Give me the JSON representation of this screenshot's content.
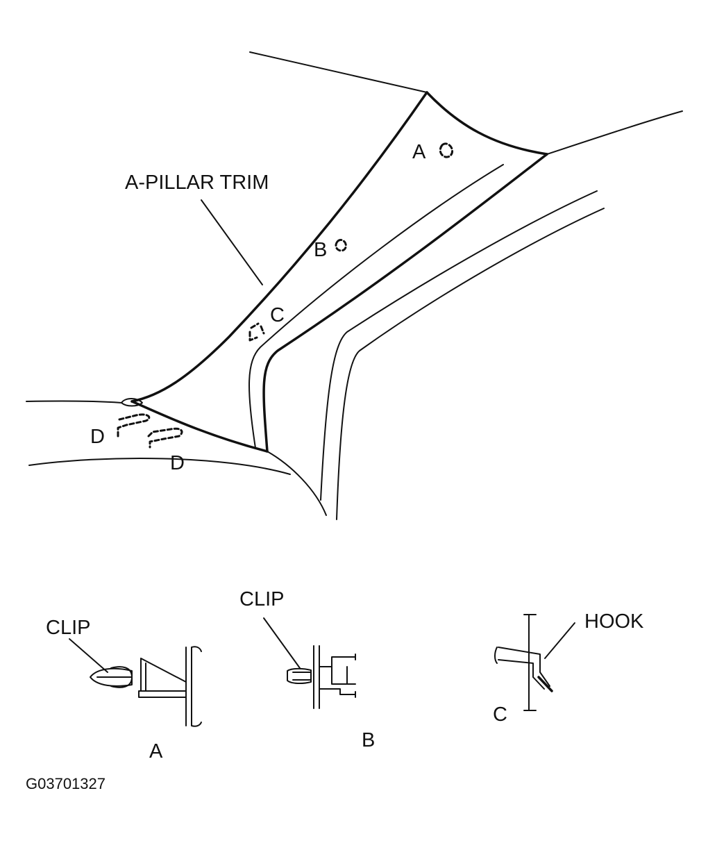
{
  "labels": {
    "pillar_trim": "A-PILLAR TRIM",
    "point_a": "A",
    "point_b": "B",
    "point_c": "C",
    "point_d1": "D",
    "point_d2": "D",
    "clip_a": "CLIP",
    "clip_b": "CLIP",
    "hook": "HOOK",
    "detail_a": "A",
    "detail_b": "B",
    "detail_c": "C",
    "figure_id": "G03701327"
  }
}
